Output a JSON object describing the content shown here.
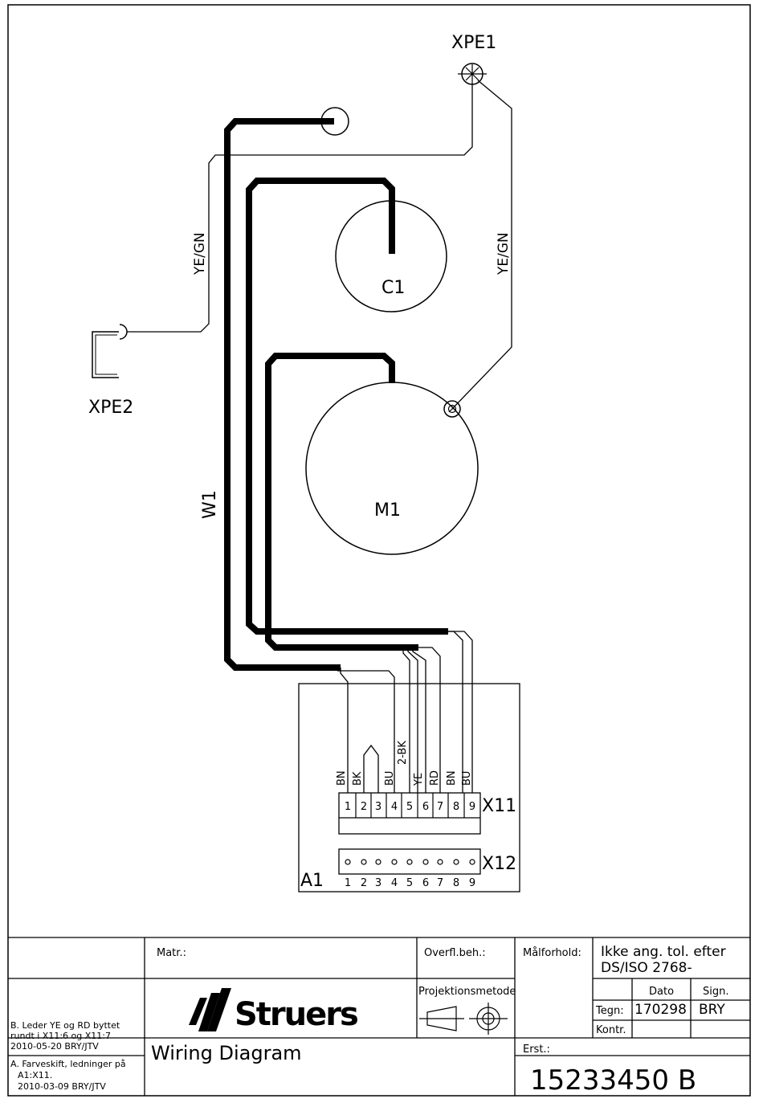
{
  "components": {
    "xpe1": "XPE1",
    "xpe2": "XPE2",
    "c1": "C1",
    "m1": "M1",
    "w1": "W1",
    "a1": "A1",
    "x11": "X11",
    "x12": "X12"
  },
  "wire_labels": {
    "ye_gn_left": "YE/GN",
    "ye_gn_right": "YE/GN",
    "bk_2": "2-BK"
  },
  "x11_wire_colors": [
    "BN",
    "BK",
    "",
    "BU",
    "YE",
    "RD",
    "BN",
    "BU"
  ],
  "x11_pins": [
    "1",
    "2",
    "3",
    "4",
    "5",
    "6",
    "7",
    "8",
    "9"
  ],
  "x12_pins": [
    "1",
    "2",
    "3",
    "4",
    "5",
    "6",
    "7",
    "8",
    "9"
  ],
  "title_block": {
    "matr_label": "Matr.:",
    "overfl_label": "Overfl.beh.:",
    "maalforhold_label": "Målforhold:",
    "tolerance_line1": "Ikke ang. tol. efter",
    "tolerance_line2": "DS/ISO 2768-",
    "projektion_label": "Projektionsmetode",
    "dato_label": "Dato",
    "sign_label": "Sign.",
    "tegn_label": "Tegn:",
    "tegn_date": "170298",
    "tegn_sign": "BRY",
    "kontr_label": "Kontr.",
    "company": "Struers",
    "title": "Wiring Diagram",
    "erst_label": "Erst.:",
    "drawing_number": "15233450 B",
    "revision_b_line1": "B. Leder YE og RD byttet",
    "revision_b_line2": "rundt i X11:6 og X11:7",
    "revision_b_line3": "2010-05-20 BRY/JTV",
    "revision_a_line1": "A. Farveskift, ledninger på",
    "revision_a_line2": "A1:X11.",
    "revision_a_line3": "2010-03-09 BRY/JTV"
  }
}
